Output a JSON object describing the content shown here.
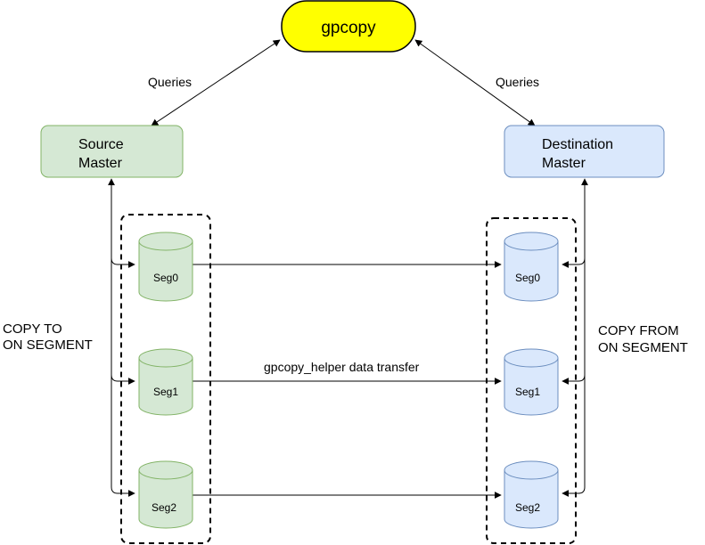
{
  "nodes": {
    "tool": {
      "label": "gpcopy"
    },
    "source_master": {
      "line1": "Source",
      "line2": "Master"
    },
    "destination_master": {
      "line1": "Destination",
      "line2": "Master"
    },
    "source_segments": [
      {
        "label": "Seg0"
      },
      {
        "label": "Seg1"
      },
      {
        "label": "Seg2"
      }
    ],
    "destination_segments": [
      {
        "label": "Seg0"
      },
      {
        "label": "Seg1"
      },
      {
        "label": "Seg2"
      }
    ]
  },
  "edges": {
    "queries_left": "Queries",
    "queries_right": "Queries",
    "data_transfer": "gpcopy_helper data transfer"
  },
  "annotations": {
    "copy_to": {
      "line1": "COPY TO",
      "line2": "ON SEGMENT"
    },
    "copy_from": {
      "line1": "COPY FROM",
      "line2": "ON SEGMENT"
    }
  },
  "colors": {
    "tool_fill": "#ffff00",
    "tool_stroke": "#000000",
    "source_fill": "#d5e8d4",
    "source_stroke": "#82b366",
    "destination_fill": "#dae8fc",
    "destination_stroke": "#6c8ebf",
    "line": "#000000"
  }
}
